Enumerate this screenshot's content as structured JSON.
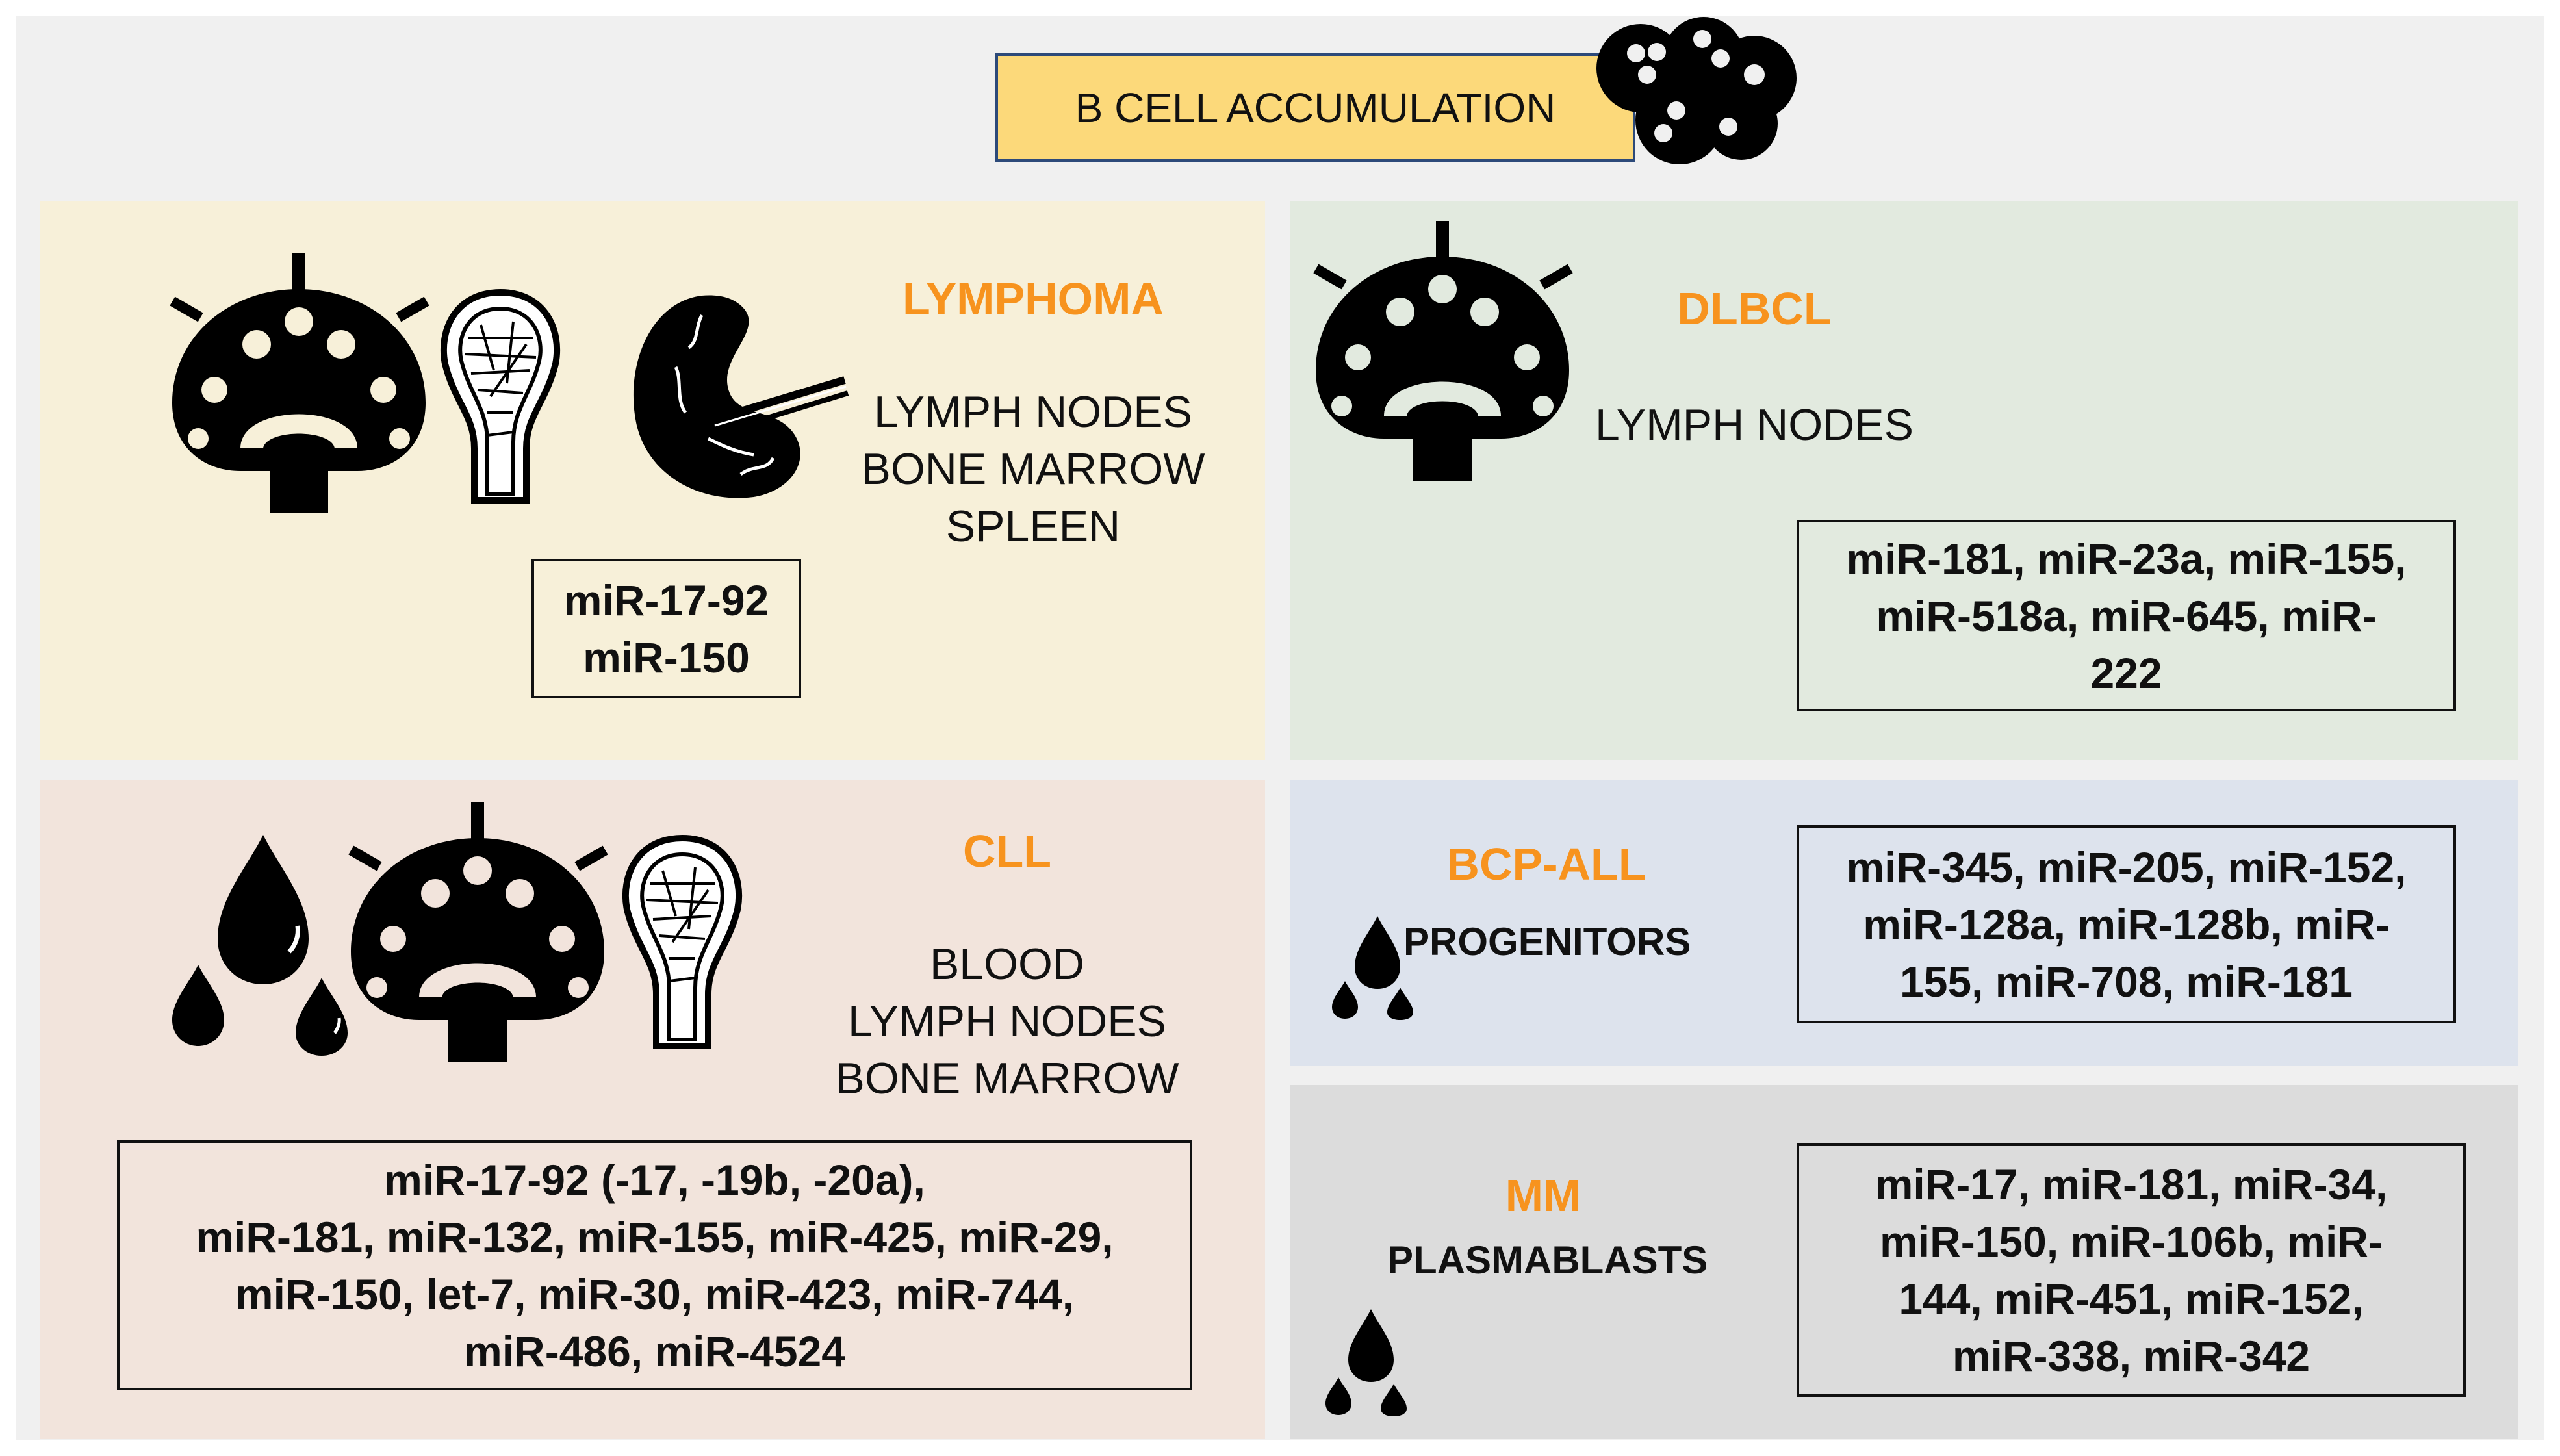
{
  "header": {
    "title": "B CELL ACCUMULATION",
    "box_color": "#fcd97a",
    "border_color": "#2d4a7a"
  },
  "panels": {
    "lymphoma": {
      "title": "LYMPHOMA",
      "locations": [
        "LYMPH NODES",
        "BONE MARROW",
        "SPLEEN"
      ],
      "mirnas": [
        "miR-17-92",
        "miR-150"
      ],
      "bg": "#f7f0d9",
      "icons": [
        "lymph-node-icon",
        "bone-marrow-icon",
        "spleen-icon"
      ]
    },
    "dlbcl": {
      "title": "DLBCL",
      "locations": [
        "LYMPH NODES"
      ],
      "mirnas": [
        "miR-181, miR-23a, miR-155,",
        "miR-518a, miR-645, miR-",
        "222"
      ],
      "bg": "#e2eadf",
      "icons": [
        "lymph-node-icon"
      ]
    },
    "cll": {
      "title": "CLL",
      "locations": [
        "BLOOD",
        "LYMPH NODES",
        "BONE MARROW"
      ],
      "mirnas": [
        "miR-17-92 (-17, -19b, -20a),",
        "miR-181, miR-132, miR-155, miR-425, miR-29,",
        "miR-150, let-7, miR-30, miR-423, miR-744,",
        "miR-486, miR-4524"
      ],
      "bg": "#f2e4dc",
      "icons": [
        "blood-drops-icon",
        "lymph-node-icon",
        "bone-marrow-icon"
      ]
    },
    "bcpall": {
      "title": "BCP-ALL",
      "cell_type": "PROGENITORS",
      "mirnas": [
        "miR-345, miR-205, miR-152,",
        "miR-128a, miR-128b, miR-",
        "155, miR-708, miR-181"
      ],
      "bg": "#dde3ed",
      "icons": [
        "blood-drops-icon"
      ]
    },
    "mm": {
      "title": "MM",
      "cell_type": "PLASMABLASTS",
      "mirnas": [
        "miR-17, miR-181, miR-34,",
        "miR-150, miR-106b, miR-",
        "144, miR-451, miR-152,",
        "miR-338, miR-342"
      ],
      "bg": "#dcdcdc",
      "icons": [
        "blood-drops-icon"
      ]
    }
  },
  "colors": {
    "title_accent": "#f7931e",
    "frame_bg": "#f0f0f0"
  },
  "decor_icons": [
    "b-cells-cluster-icon"
  ]
}
